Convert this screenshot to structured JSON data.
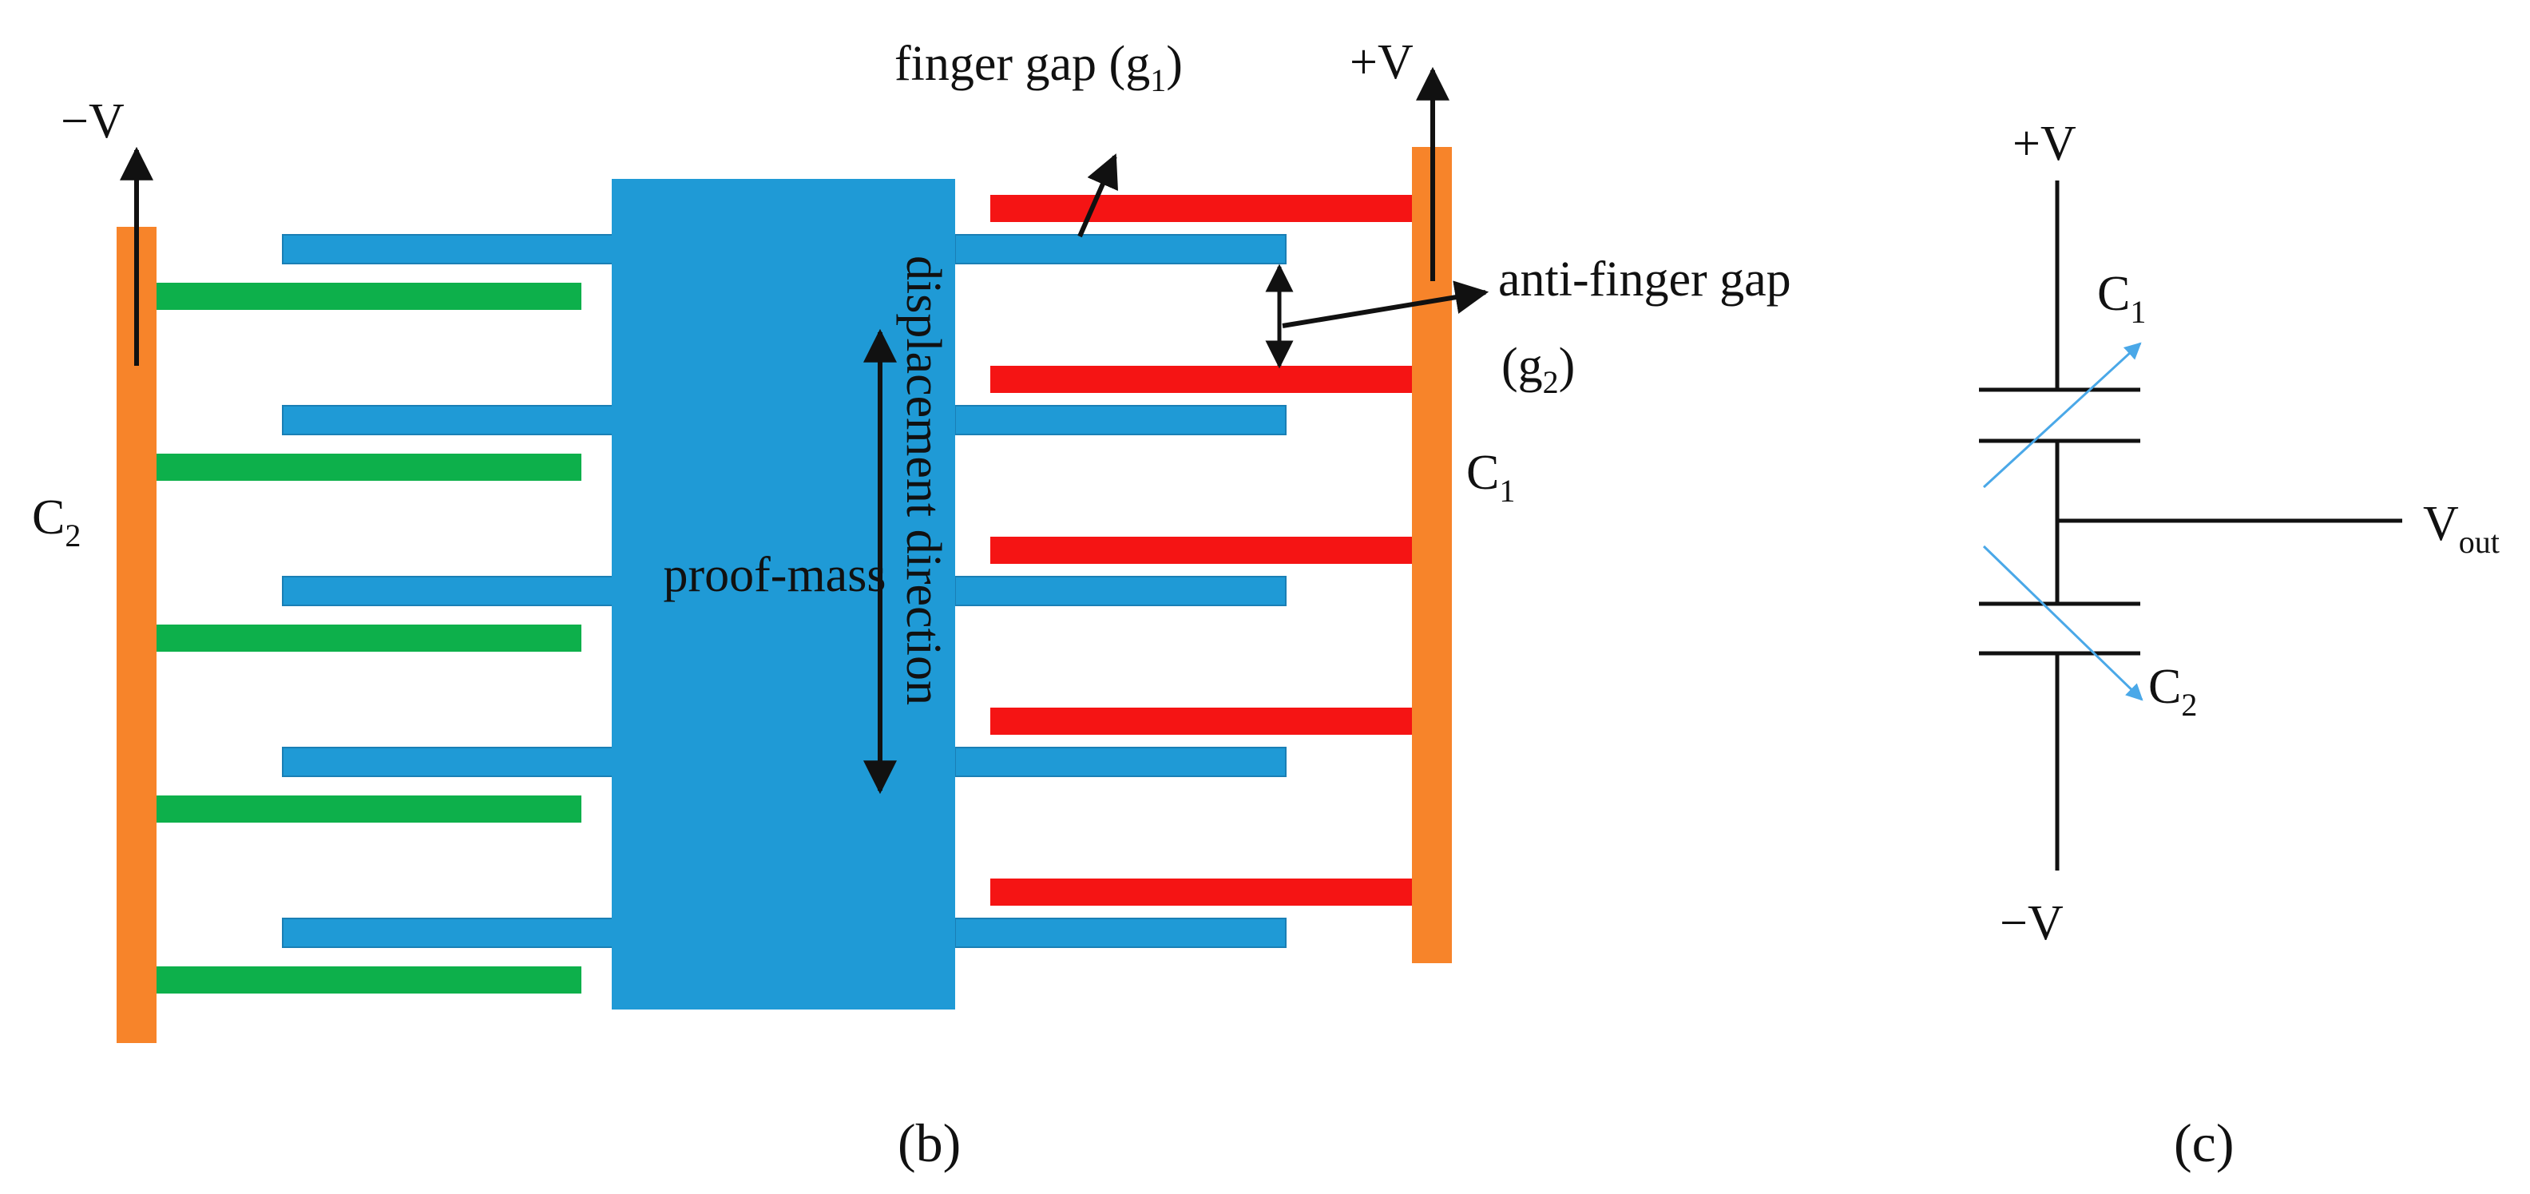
{
  "colors": {
    "mass": "#1f9ad6",
    "mass_edge": "#1a7fb5",
    "anchor": "#f7842a",
    "left_fixed": "#0db04b",
    "right_fixed": "#f51414",
    "ink": "#111111",
    "arrow_blue": "#4aa8e8"
  },
  "panel_b": {
    "neg_v_label": "−V",
    "pos_v_label": "+V",
    "c2": {
      "main": "C",
      "sub": "2"
    },
    "c1": {
      "main": "C",
      "sub": "1"
    },
    "proof_mass_label": "proof-mass",
    "displacement_label": "displacement direction",
    "finger_gap": {
      "main": "finger gap (g",
      "sub": "1",
      "close": ")"
    },
    "anti_finger_gap_line1": "anti-finger gap",
    "anti_finger_gap_line2": {
      "open": "(g",
      "sub": "2",
      "close": ")"
    },
    "finger_pairs": 5
  },
  "panel_c": {
    "pos_v_label": "+V",
    "neg_v_label": "−V",
    "c1": {
      "main": "C",
      "sub": "1"
    },
    "c2": {
      "main": "C",
      "sub": "2"
    },
    "vout": {
      "main": "V",
      "sub": "out"
    }
  },
  "captions": {
    "b": "(b)",
    "c": "(c)"
  }
}
